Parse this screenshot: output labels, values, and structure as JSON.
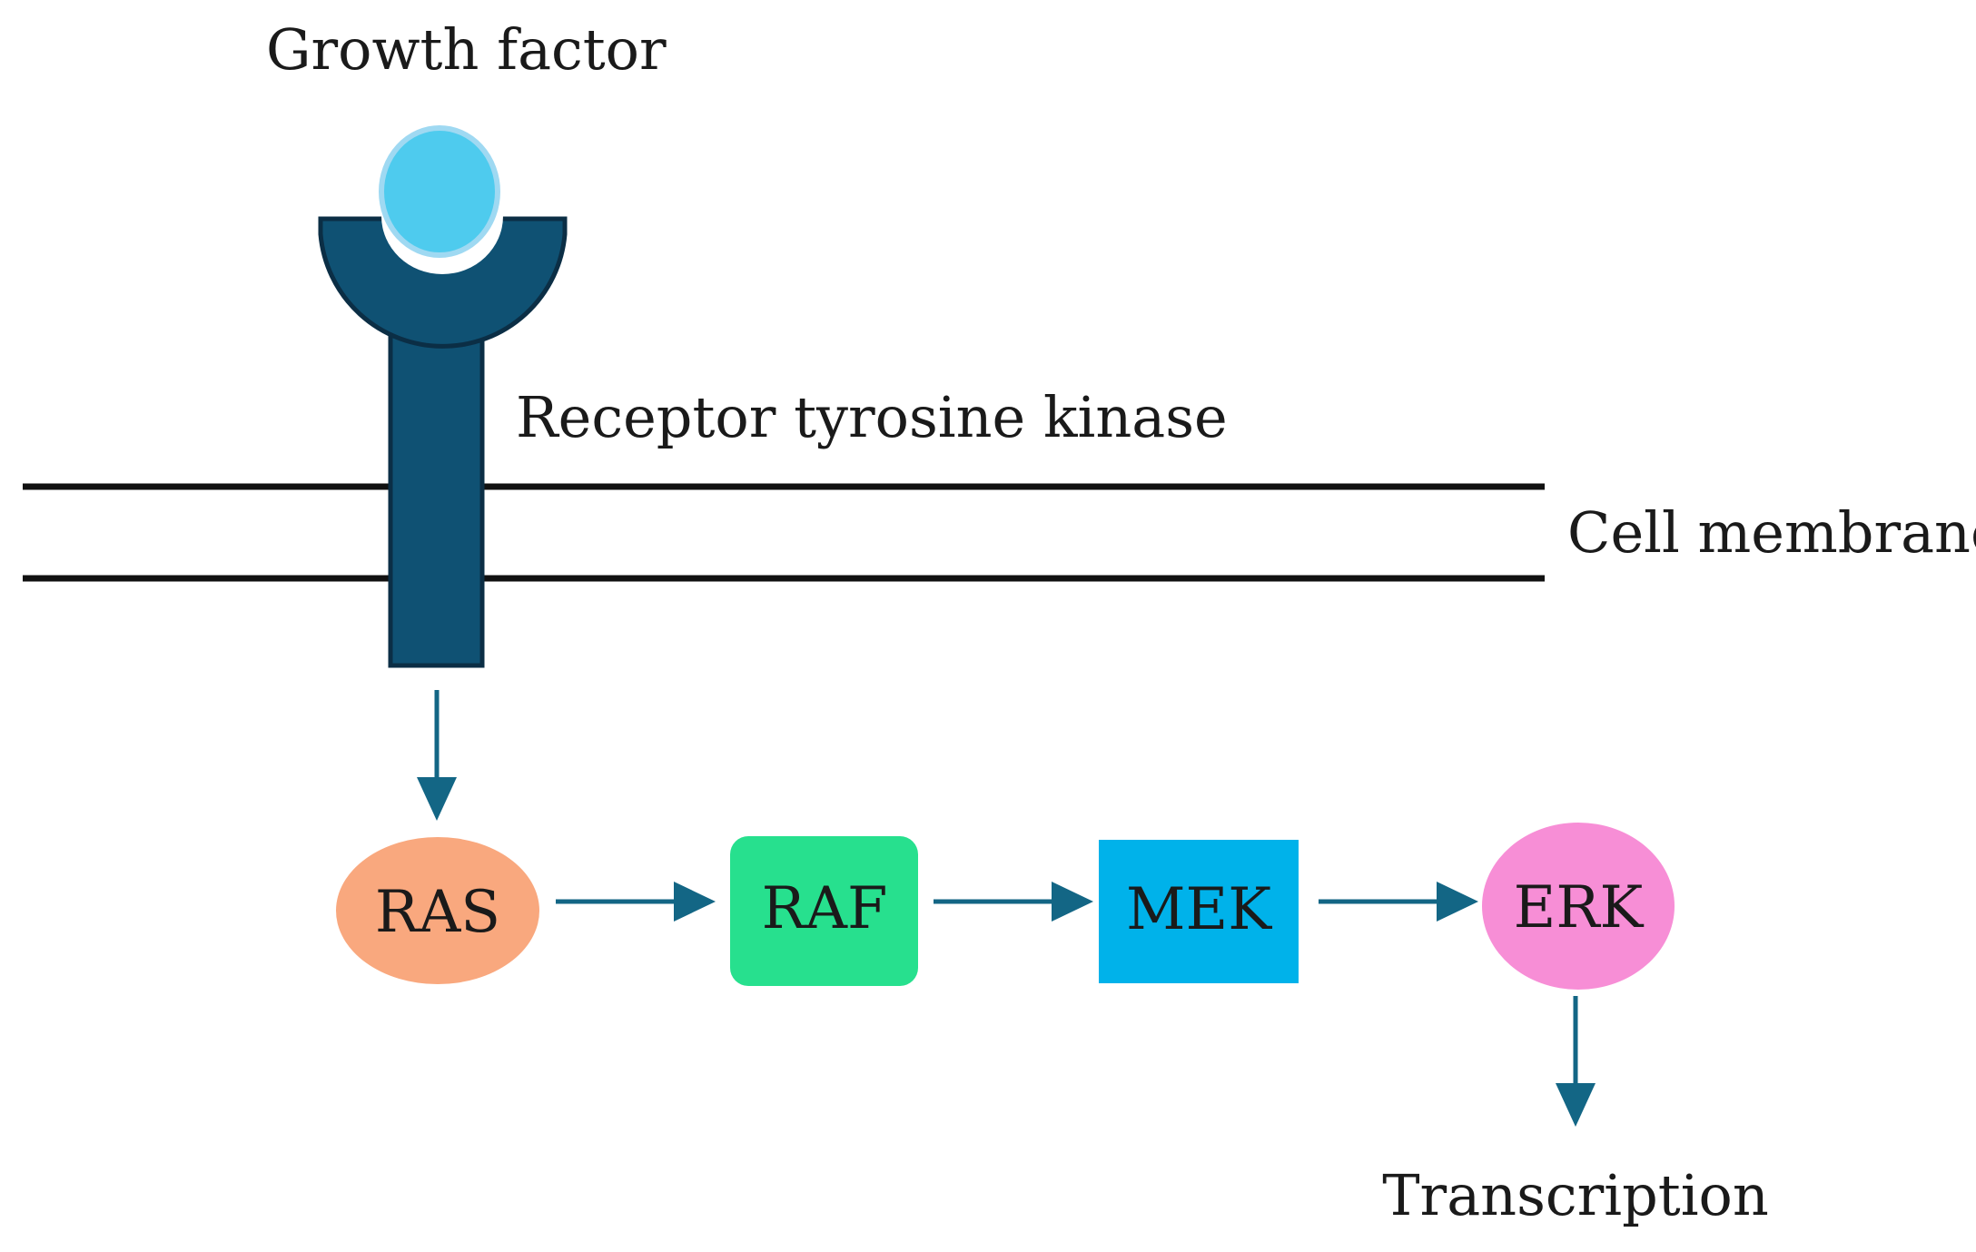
{
  "labels": {
    "growth_factor": "Growth factor",
    "receptor": "Receptor tyrosine kinase",
    "membrane": "Cell membrane",
    "transcription": "Transcription"
  },
  "nodes": [
    {
      "id": "ras",
      "label": "RAS",
      "shape": "ellipse",
      "color": "#f9a87e"
    },
    {
      "id": "raf",
      "label": "RAF",
      "shape": "rounded-rect",
      "color": "#27e08e"
    },
    {
      "id": "mek",
      "label": "MEK",
      "shape": "rect",
      "color": "#00b2ea"
    },
    {
      "id": "erk",
      "label": "ERK",
      "shape": "ellipse",
      "color": "#f78ed6"
    }
  ],
  "edges": [
    {
      "from": "receptor",
      "to": "ras"
    },
    {
      "from": "ras",
      "to": "raf"
    },
    {
      "from": "raf",
      "to": "mek"
    },
    {
      "from": "mek",
      "to": "erk"
    },
    {
      "from": "erk",
      "to": "transcription"
    }
  ],
  "colors": {
    "receptor": "#0f5173",
    "growth_factor": "#4ecbee",
    "growth_factor_outline": "#9fd9f2",
    "arrow": "#136685",
    "membrane": "#111111"
  }
}
